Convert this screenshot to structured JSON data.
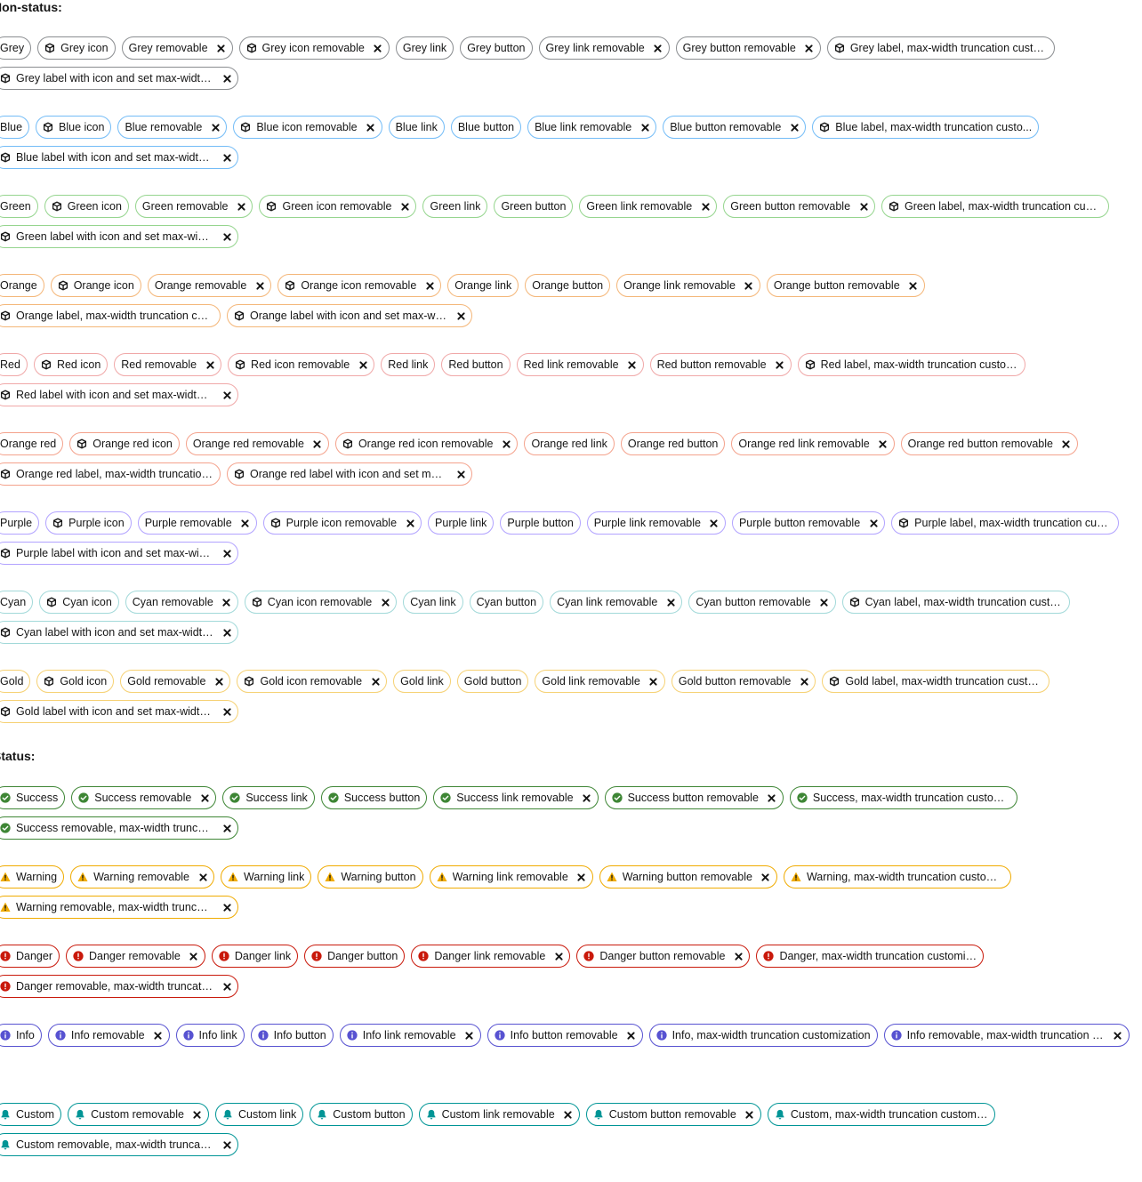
{
  "sections": {
    "non_status_title": "Non-status:",
    "status_title": "Status:"
  },
  "non_status_groups": [
    {
      "name": "grey",
      "color": "#8a8d90",
      "labels": [
        {
          "text": "Grey",
          "icon": false,
          "removable": false
        },
        {
          "text": "Grey icon",
          "icon": true,
          "removable": false
        },
        {
          "text": "Grey removable",
          "icon": false,
          "removable": true
        },
        {
          "text": "Grey icon removable",
          "icon": true,
          "removable": true
        },
        {
          "text": "Grey link",
          "icon": false,
          "removable": false
        },
        {
          "text": "Grey button",
          "icon": false,
          "removable": false
        },
        {
          "text": "Grey link removable",
          "icon": false,
          "removable": true
        },
        {
          "text": "Grey button removable",
          "icon": false,
          "removable": true
        },
        {
          "text": "Grey label, max-width truncation custo...",
          "icon": true,
          "removable": false,
          "truncated": true
        },
        {
          "text": "Grey label with icon and set max-width truncation cust...",
          "icon": true,
          "removable": true,
          "truncated": true
        }
      ]
    },
    {
      "name": "blue",
      "color": "#73bcf7",
      "labels": [
        {
          "text": "Blue",
          "icon": false,
          "removable": false
        },
        {
          "text": "Blue icon",
          "icon": true,
          "removable": false
        },
        {
          "text": "Blue removable",
          "icon": false,
          "removable": true
        },
        {
          "text": "Blue icon removable",
          "icon": true,
          "removable": true
        },
        {
          "text": "Blue link",
          "icon": false,
          "removable": false
        },
        {
          "text": "Blue button",
          "icon": false,
          "removable": false
        },
        {
          "text": "Blue link removable",
          "icon": false,
          "removable": true
        },
        {
          "text": "Blue button removable",
          "icon": false,
          "removable": true
        },
        {
          "text": "Blue label, max-width truncation custo...",
          "icon": true,
          "removable": false,
          "truncated": true
        },
        {
          "text": "Blue label with icon and set max-width truncation cust...",
          "icon": true,
          "removable": true,
          "truncated": true
        }
      ]
    },
    {
      "name": "green",
      "color": "#95d58e",
      "labels": [
        {
          "text": "Green",
          "icon": false,
          "removable": false
        },
        {
          "text": "Green icon",
          "icon": true,
          "removable": false
        },
        {
          "text": "Green removable",
          "icon": false,
          "removable": true
        },
        {
          "text": "Green icon removable",
          "icon": true,
          "removable": true
        },
        {
          "text": "Green link",
          "icon": false,
          "removable": false
        },
        {
          "text": "Green button",
          "icon": false,
          "removable": false
        },
        {
          "text": "Green link removable",
          "icon": false,
          "removable": true
        },
        {
          "text": "Green button removable",
          "icon": false,
          "removable": true
        },
        {
          "text": "Green label, max-width truncation cust...",
          "icon": true,
          "removable": false,
          "truncated": true
        },
        {
          "text": "Green label with icon and set max-width truncation cus...",
          "icon": true,
          "removable": true,
          "truncated": true
        }
      ]
    },
    {
      "name": "orange",
      "color": "#f4b678",
      "labels": [
        {
          "text": "Orange",
          "icon": false,
          "removable": false
        },
        {
          "text": "Orange icon",
          "icon": true,
          "removable": false
        },
        {
          "text": "Orange removable",
          "icon": false,
          "removable": true
        },
        {
          "text": "Orange icon removable",
          "icon": true,
          "removable": true
        },
        {
          "text": "Orange link",
          "icon": false,
          "removable": false
        },
        {
          "text": "Orange button",
          "icon": false,
          "removable": false
        },
        {
          "text": "Orange link removable",
          "icon": false,
          "removable": true
        },
        {
          "text": "Orange button removable",
          "icon": false,
          "removable": true
        },
        {
          "text": "Orange label, max-width truncation cus...",
          "icon": true,
          "removable": false,
          "truncated": true
        },
        {
          "text": "Orange label with icon and set max-width truncation c...",
          "icon": true,
          "removable": true,
          "truncated": true
        }
      ]
    },
    {
      "name": "red",
      "color": "#f0a8a8",
      "labels": [
        {
          "text": "Red",
          "icon": false,
          "removable": false
        },
        {
          "text": "Red icon",
          "icon": true,
          "removable": false
        },
        {
          "text": "Red removable",
          "icon": false,
          "removable": true
        },
        {
          "text": "Red icon removable",
          "icon": true,
          "removable": true
        },
        {
          "text": "Red link",
          "icon": false,
          "removable": false
        },
        {
          "text": "Red button",
          "icon": false,
          "removable": false
        },
        {
          "text": "Red link removable",
          "icon": false,
          "removable": true
        },
        {
          "text": "Red button removable",
          "icon": false,
          "removable": true
        },
        {
          "text": "Red label, max-width truncation custom...",
          "icon": true,
          "removable": false,
          "truncated": true
        },
        {
          "text": "Red label with icon and set max-width truncation custo...",
          "icon": true,
          "removable": true,
          "truncated": true
        }
      ]
    },
    {
      "name": "orange-red",
      "color": "#f4a28c",
      "labels": [
        {
          "text": "Orange red",
          "icon": false,
          "removable": false
        },
        {
          "text": "Orange red icon",
          "icon": true,
          "removable": false
        },
        {
          "text": "Orange red removable",
          "icon": false,
          "removable": true
        },
        {
          "text": "Orange red icon removable",
          "icon": true,
          "removable": true
        },
        {
          "text": "Orange red link",
          "icon": false,
          "removable": false
        },
        {
          "text": "Orange red button",
          "icon": false,
          "removable": false
        },
        {
          "text": "Orange red link removable",
          "icon": false,
          "removable": true
        },
        {
          "text": "Orange red button removable",
          "icon": false,
          "removable": true
        },
        {
          "text": "Orange red label, max-width truncation ...",
          "icon": true,
          "removable": false,
          "truncated": true
        },
        {
          "text": "Orange red label with icon and set max-width truncatio...",
          "icon": true,
          "removable": true,
          "truncated": true
        }
      ]
    },
    {
      "name": "purple",
      "color": "#b2a3ff",
      "labels": [
        {
          "text": "Purple",
          "icon": false,
          "removable": false
        },
        {
          "text": "Purple icon",
          "icon": true,
          "removable": false
        },
        {
          "text": "Purple removable",
          "icon": false,
          "removable": true
        },
        {
          "text": "Purple icon removable",
          "icon": true,
          "removable": true
        },
        {
          "text": "Purple link",
          "icon": false,
          "removable": false
        },
        {
          "text": "Purple button",
          "icon": false,
          "removable": false
        },
        {
          "text": "Purple link removable",
          "icon": false,
          "removable": true
        },
        {
          "text": "Purple button removable",
          "icon": false,
          "removable": true
        },
        {
          "text": "Purple label, max-width truncation cust...",
          "icon": true,
          "removable": false,
          "truncated": true
        },
        {
          "text": "Purple label with icon and set max-width truncation cu...",
          "icon": true,
          "removable": true,
          "truncated": true
        }
      ]
    },
    {
      "name": "cyan",
      "color": "#a2d9d9",
      "labels": [
        {
          "text": "Cyan",
          "icon": false,
          "removable": false
        },
        {
          "text": "Cyan icon",
          "icon": true,
          "removable": false
        },
        {
          "text": "Cyan removable",
          "icon": false,
          "removable": true
        },
        {
          "text": "Cyan icon removable",
          "icon": true,
          "removable": true
        },
        {
          "text": "Cyan link",
          "icon": false,
          "removable": false
        },
        {
          "text": "Cyan button",
          "icon": false,
          "removable": false
        },
        {
          "text": "Cyan link removable",
          "icon": false,
          "removable": true
        },
        {
          "text": "Cyan button removable",
          "icon": false,
          "removable": true
        },
        {
          "text": "Cyan label, max-width truncation custo...",
          "icon": true,
          "removable": false,
          "truncated": true
        },
        {
          "text": "Cyan label with icon and set max-width truncation cust...",
          "icon": true,
          "removable": true,
          "truncated": true
        }
      ]
    },
    {
      "name": "gold",
      "color": "#f6d173",
      "labels": [
        {
          "text": "Gold",
          "icon": false,
          "removable": false
        },
        {
          "text": "Gold icon",
          "icon": true,
          "removable": false
        },
        {
          "text": "Gold removable",
          "icon": false,
          "removable": true
        },
        {
          "text": "Gold icon removable",
          "icon": true,
          "removable": true
        },
        {
          "text": "Gold link",
          "icon": false,
          "removable": false
        },
        {
          "text": "Gold button",
          "icon": false,
          "removable": false
        },
        {
          "text": "Gold link removable",
          "icon": false,
          "removable": true
        },
        {
          "text": "Gold button removable",
          "icon": false,
          "removable": true
        },
        {
          "text": "Gold label, max-width truncation custo...",
          "icon": true,
          "removable": false,
          "truncated": true
        },
        {
          "text": "Gold label with icon and set max-width truncation cust...",
          "icon": true,
          "removable": true,
          "truncated": true
        }
      ]
    }
  ],
  "status_groups": [
    {
      "name": "success",
      "color": "#3e8635",
      "icon": "check-circle-icon",
      "labels": [
        {
          "text": "Success",
          "removable": false
        },
        {
          "text": "Success removable",
          "removable": true
        },
        {
          "text": "Success link",
          "removable": false
        },
        {
          "text": "Success button",
          "removable": false
        },
        {
          "text": "Success link removable",
          "removable": true
        },
        {
          "text": "Success button removable",
          "removable": true
        },
        {
          "text": "Success, max-width truncation customi...",
          "removable": false,
          "truncated": true
        },
        {
          "text": "Success removable, max-width truncati...",
          "removable": true,
          "truncated": true
        }
      ]
    },
    {
      "name": "warning",
      "color": "#f0ab00",
      "icon": "warning-triangle-icon",
      "labels": [
        {
          "text": "Warning",
          "removable": false
        },
        {
          "text": "Warning removable",
          "removable": true
        },
        {
          "text": "Warning link",
          "removable": false
        },
        {
          "text": "Warning button",
          "removable": false
        },
        {
          "text": "Warning link removable",
          "removable": true
        },
        {
          "text": "Warning button removable",
          "removable": true
        },
        {
          "text": "Warning, max-width truncation customi...",
          "removable": false,
          "truncated": true
        },
        {
          "text": "Warning removable, max-width truncati...",
          "removable": true,
          "truncated": true
        }
      ]
    },
    {
      "name": "danger",
      "color": "#c9190b",
      "icon": "exclamation-circle-icon",
      "labels": [
        {
          "text": "Danger",
          "removable": false
        },
        {
          "text": "Danger removable",
          "removable": true
        },
        {
          "text": "Danger link",
          "removable": false
        },
        {
          "text": "Danger button",
          "removable": false
        },
        {
          "text": "Danger link removable",
          "removable": true
        },
        {
          "text": "Danger button removable",
          "removable": true
        },
        {
          "text": "Danger, max-width truncation customiz...",
          "removable": false,
          "truncated": true
        },
        {
          "text": "Danger removable, max-width truncatio...",
          "removable": true,
          "truncated": true
        }
      ]
    },
    {
      "name": "info",
      "color": "#5752d1",
      "icon": "info-circle-icon",
      "labels": [
        {
          "text": "Info",
          "removable": false
        },
        {
          "text": "Info removable",
          "removable": true
        },
        {
          "text": "Info link",
          "removable": false
        },
        {
          "text": "Info button",
          "removable": false
        },
        {
          "text": "Info link removable",
          "removable": true
        },
        {
          "text": "Info button removable",
          "removable": true
        },
        {
          "text": "Info, max-width truncation customization",
          "removable": false
        },
        {
          "text": "Info removable, max-width truncation c...",
          "removable": true,
          "truncated": true
        }
      ]
    },
    {
      "name": "custom",
      "color": "#009596",
      "icon": "bell-icon",
      "labels": [
        {
          "text": "Custom",
          "removable": false
        },
        {
          "text": "Custom removable",
          "removable": true
        },
        {
          "text": "Custom link",
          "removable": false
        },
        {
          "text": "Custom button",
          "removable": false
        },
        {
          "text": "Custom link removable",
          "removable": true
        },
        {
          "text": "Custom button removable",
          "removable": true
        },
        {
          "text": "Custom, max-width truncation customiz...",
          "removable": false,
          "truncated": true
        },
        {
          "text": "Custom removable, max-width truncati...",
          "removable": true,
          "truncated": true
        }
      ]
    }
  ]
}
